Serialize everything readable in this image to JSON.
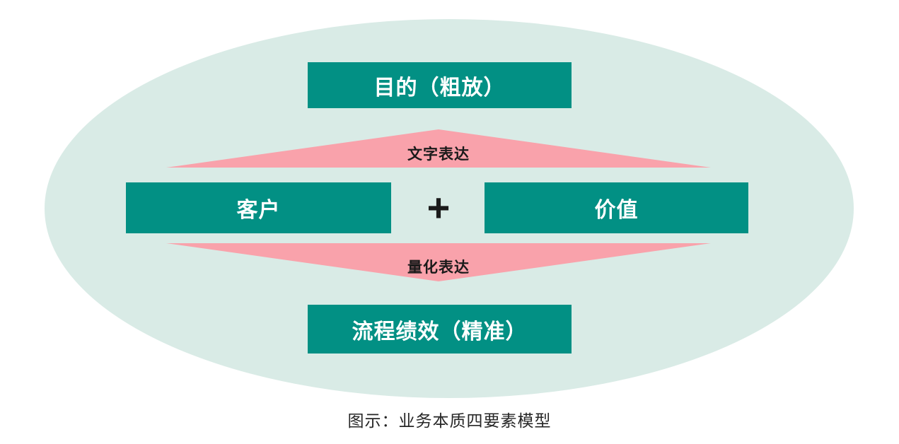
{
  "colors": {
    "ellipse": "#d9ebe6",
    "box": "#029084",
    "arrow": "#f9a2ab",
    "box_text": "#ffffff",
    "text_dark": "#1a1a1a"
  },
  "diagram": {
    "top_box": "目的（粗放）",
    "left_box": "客户",
    "right_box": "价值",
    "plus": "+",
    "upper_arrow_label": "文字表达",
    "lower_arrow_label": "量化表达",
    "bottom_box": "流程绩效（精准）"
  },
  "caption": "图示：业务本质四要素模型"
}
